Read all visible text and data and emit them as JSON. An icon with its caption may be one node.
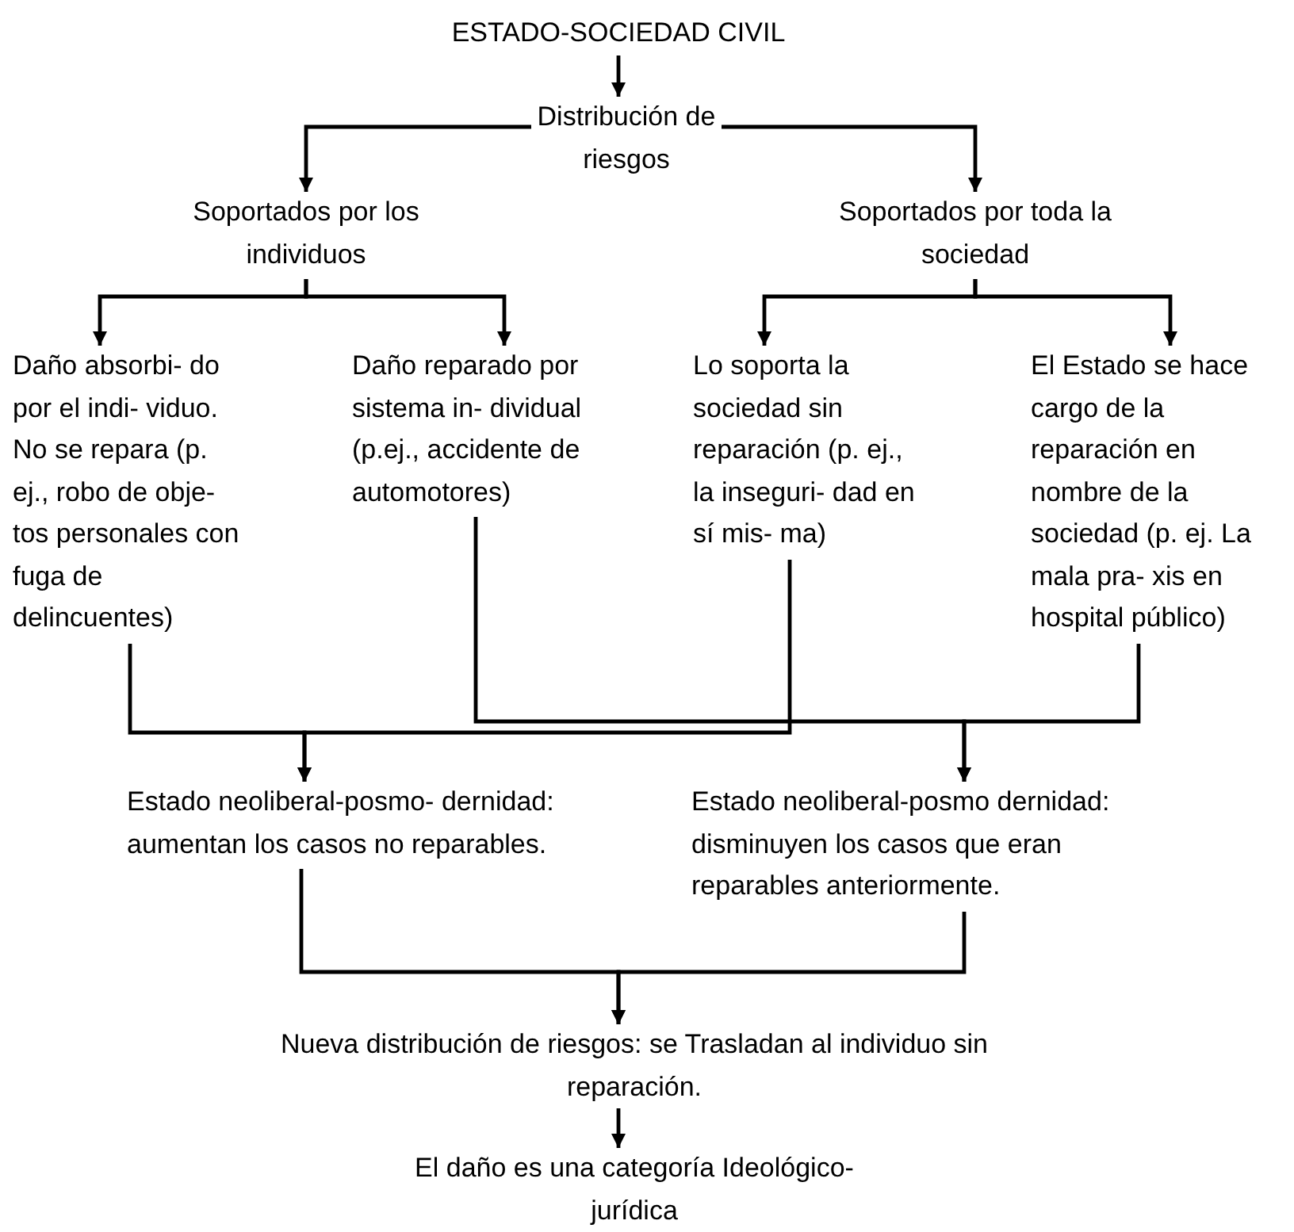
{
  "diagram": {
    "nodes": [
      {
        "text": [
          "ESTADO-SOCIEDAD CIVIL"
        ]
      },
      {
        "text": [
          "Distribución de riesgos"
        ]
      },
      {
        "text": [
          "Soportados por los individuos"
        ]
      },
      {
        "text": [
          "Soportados por toda la sociedad"
        ]
      },
      {
        "text": [
          "Daño absorbi- do por el indi- viduo. No se repara (p. ej., robo de obje- tos personales con fuga de delincuentes)"
        ]
      },
      {
        "text": [
          "Daño reparado por sistema in- dividual (p.ej., accidente de automotores)"
        ]
      },
      {
        "text": [
          "Lo soporta la sociedad sin reparación (p. ej., la inseguri- dad en sí mis- ma)"
        ]
      },
      {
        "text": [
          "El Estado se hace cargo de la reparación en nombre de la sociedad (p. ej. La mala pra- xis en hospital público)"
        ]
      },
      {
        "text": [
          "Estado neoliberal-posmo- dernidad: aumentan los casos no reparables."
        ]
      },
      {
        "text": [
          "Estado neoliberal-posmo dernidad: disminuyen los casos que eran reparables anteriormente."
        ]
      },
      {
        "text": [
          "Nueva distribución de riesgos: se Trasladan al individuo sin reparación."
        ]
      },
      {
        "text": [
          "El daño es una categoría Ideológico-jurídica"
        ]
      }
    ],
    "edges": [
      {
        "from": 0,
        "to": 1,
        "arrow": "to"
      },
      {
        "from": 1,
        "to": 2,
        "arrow": "to"
      },
      {
        "from": 1,
        "to": 3,
        "arrow": "to"
      },
      {
        "from": 2,
        "to": 4,
        "arrow": "to"
      },
      {
        "from": 2,
        "to": 5,
        "arrow": "to"
      },
      {
        "from": 3,
        "to": 6,
        "arrow": "to"
      },
      {
        "from": 3,
        "to": 7,
        "arrow": "to"
      },
      {
        "from": 4,
        "to": 8,
        "arrow": "to"
      },
      {
        "from": 6,
        "to": 8,
        "arrow": "to"
      },
      {
        "from": 5,
        "to": 9,
        "arrow": "to"
      },
      {
        "from": 7,
        "to": 9,
        "arrow": "to"
      },
      {
        "from": 8,
        "to": 10,
        "arrow": "to"
      },
      {
        "from": 9,
        "to": 10,
        "arrow": "to"
      },
      {
        "from": 10,
        "to": 11,
        "arrow": "to"
      }
    ]
  }
}
